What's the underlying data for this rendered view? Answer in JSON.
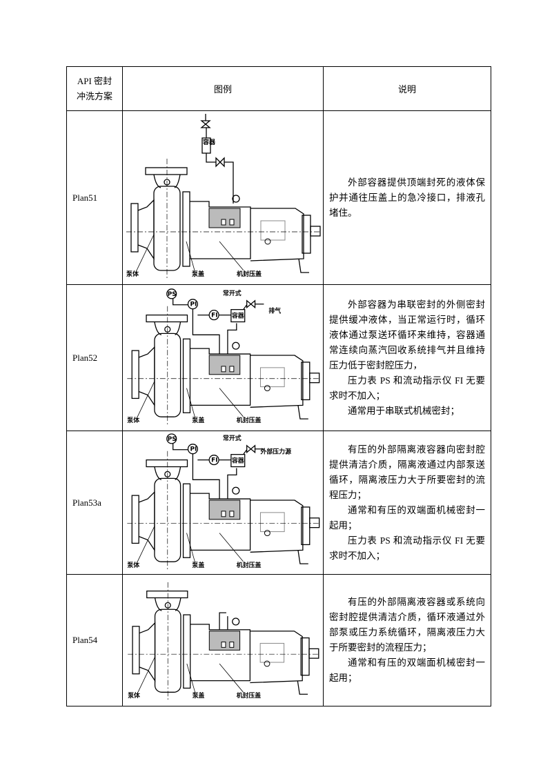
{
  "header": {
    "col1_line1": "API 密封",
    "col1_line2": "冲洗方案",
    "col2": "图例",
    "col3": "说明"
  },
  "rows": [
    {
      "plan": "Plan51",
      "labels": {
        "body": "泵体",
        "cover": "泵盖",
        "gland": "机封压盖",
        "vessel": "容器"
      },
      "desc": [
        "外部容器提供顶端封死的液体保护并通往压盖上的急冷接口，排液孔堵住。"
      ]
    },
    {
      "plan": "Plan52",
      "labels": {
        "body": "泵体",
        "cover": "泵盖",
        "gland": "机封压盖",
        "vessel": "容器",
        "ps": "PS",
        "pi": "PI",
        "fi": "FI",
        "valve": "常开式",
        "outlet": "排气"
      },
      "desc": [
        "外部容器为串联密封的外侧密封提供缓冲液体，当正常运行时，循环液体通过泵送环循环来维持，容器通常连续向蒸汽回收系统排气并且维持压力低于密封腔压力，",
        "压力表 PS 和流动指示仪 FI 无要求时不加入；",
        "通常用于串联式机械密封；"
      ]
    },
    {
      "plan": "Plan53a",
      "labels": {
        "body": "泵体",
        "cover": "泵盖",
        "gland": "机封压盖",
        "vessel": "容器",
        "ps": "PS",
        "pi": "PI",
        "fi": "FI",
        "valve": "常开式",
        "outlet": "外部压力源"
      },
      "desc": [
        "有压的外部隔离液容器向密封腔提供清洁介质，隔离液通过内部泵送循环，隔离液压力大于所要密封的流程压力；",
        "通常和有压的双端面机械密封一起用；",
        "压力表 PS 和流动指示仪 FI 无要求时不加入；"
      ]
    },
    {
      "plan": "Plan54",
      "labels": {
        "body": "泵体",
        "cover": "泵盖",
        "gland": "机封压盖"
      },
      "desc": [
        "有压的外部隔离液容器或系统向密封腔提供清洁介质，循环液通过外部泵或压力系统循环，隔离液压力大于所要密封的流程压力；",
        "通常和有压的双端面机械密封一起用；"
      ]
    }
  ]
}
